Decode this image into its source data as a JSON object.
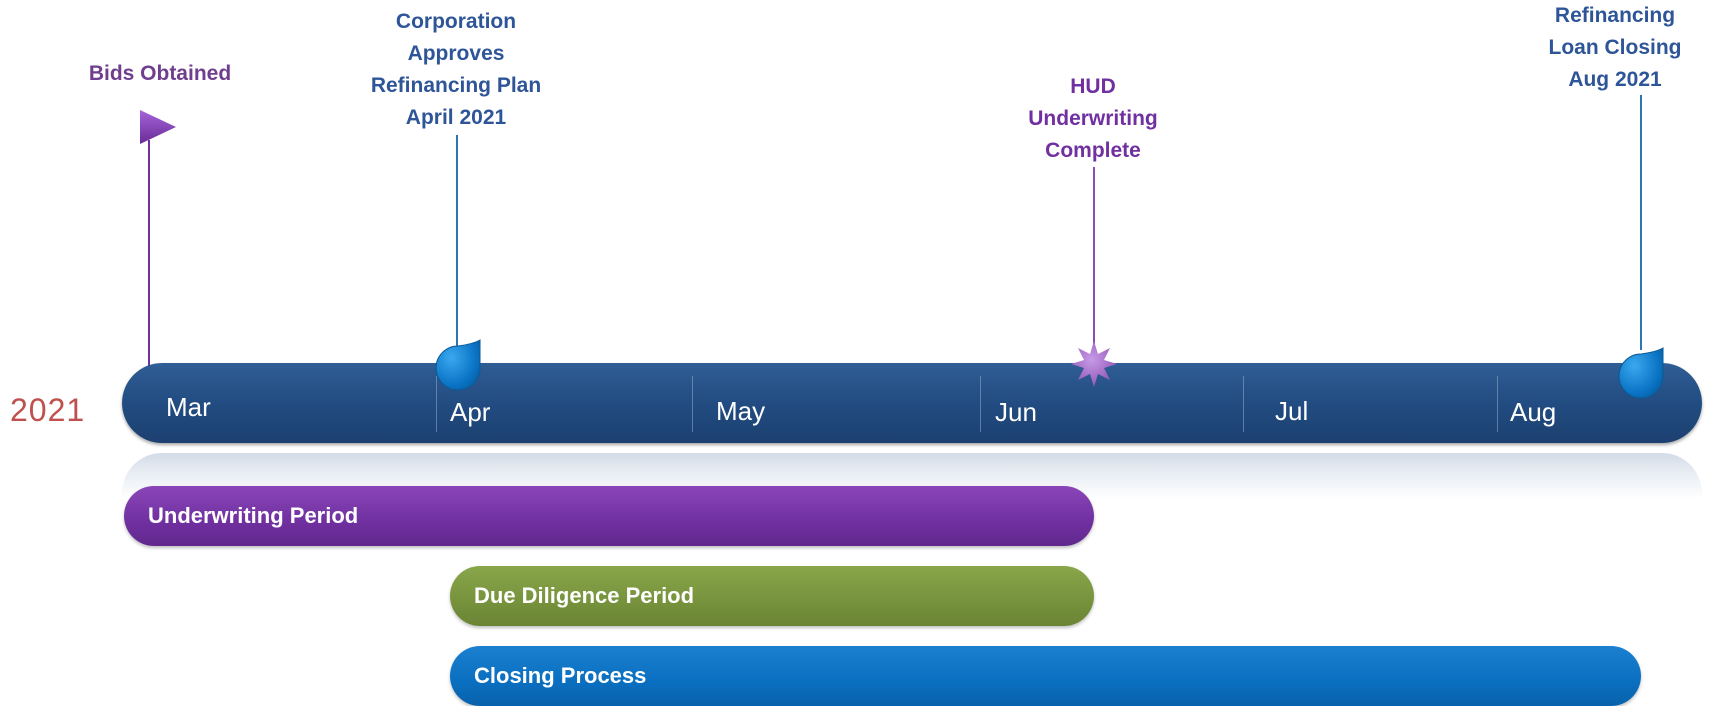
{
  "milestones": {
    "bids": {
      "label": "Bids Obtained"
    },
    "corporation": {
      "label": "Corporation\nApproves\nRefinancing Plan\nApril 2021"
    },
    "hud": {
      "label": "HUD\nUnderwriting\nComplete"
    },
    "loan_closing": {
      "label": "Refinancing\nLoan Closing\nAug 2021"
    }
  },
  "timeline": {
    "year": "2021",
    "months": [
      "Mar",
      "Apr",
      "May",
      "Jun",
      "Jul",
      "Aug"
    ]
  },
  "periods": {
    "underwriting": "Underwriting Period",
    "due_diligence": "Due Diligence Period",
    "closing": "Closing Process"
  },
  "colors": {
    "timeline_bar": "#214b80",
    "underwriting": "#7030a0",
    "due_diligence": "#76923c",
    "closing": "#0a6fc0",
    "year": "#c0504d"
  }
}
